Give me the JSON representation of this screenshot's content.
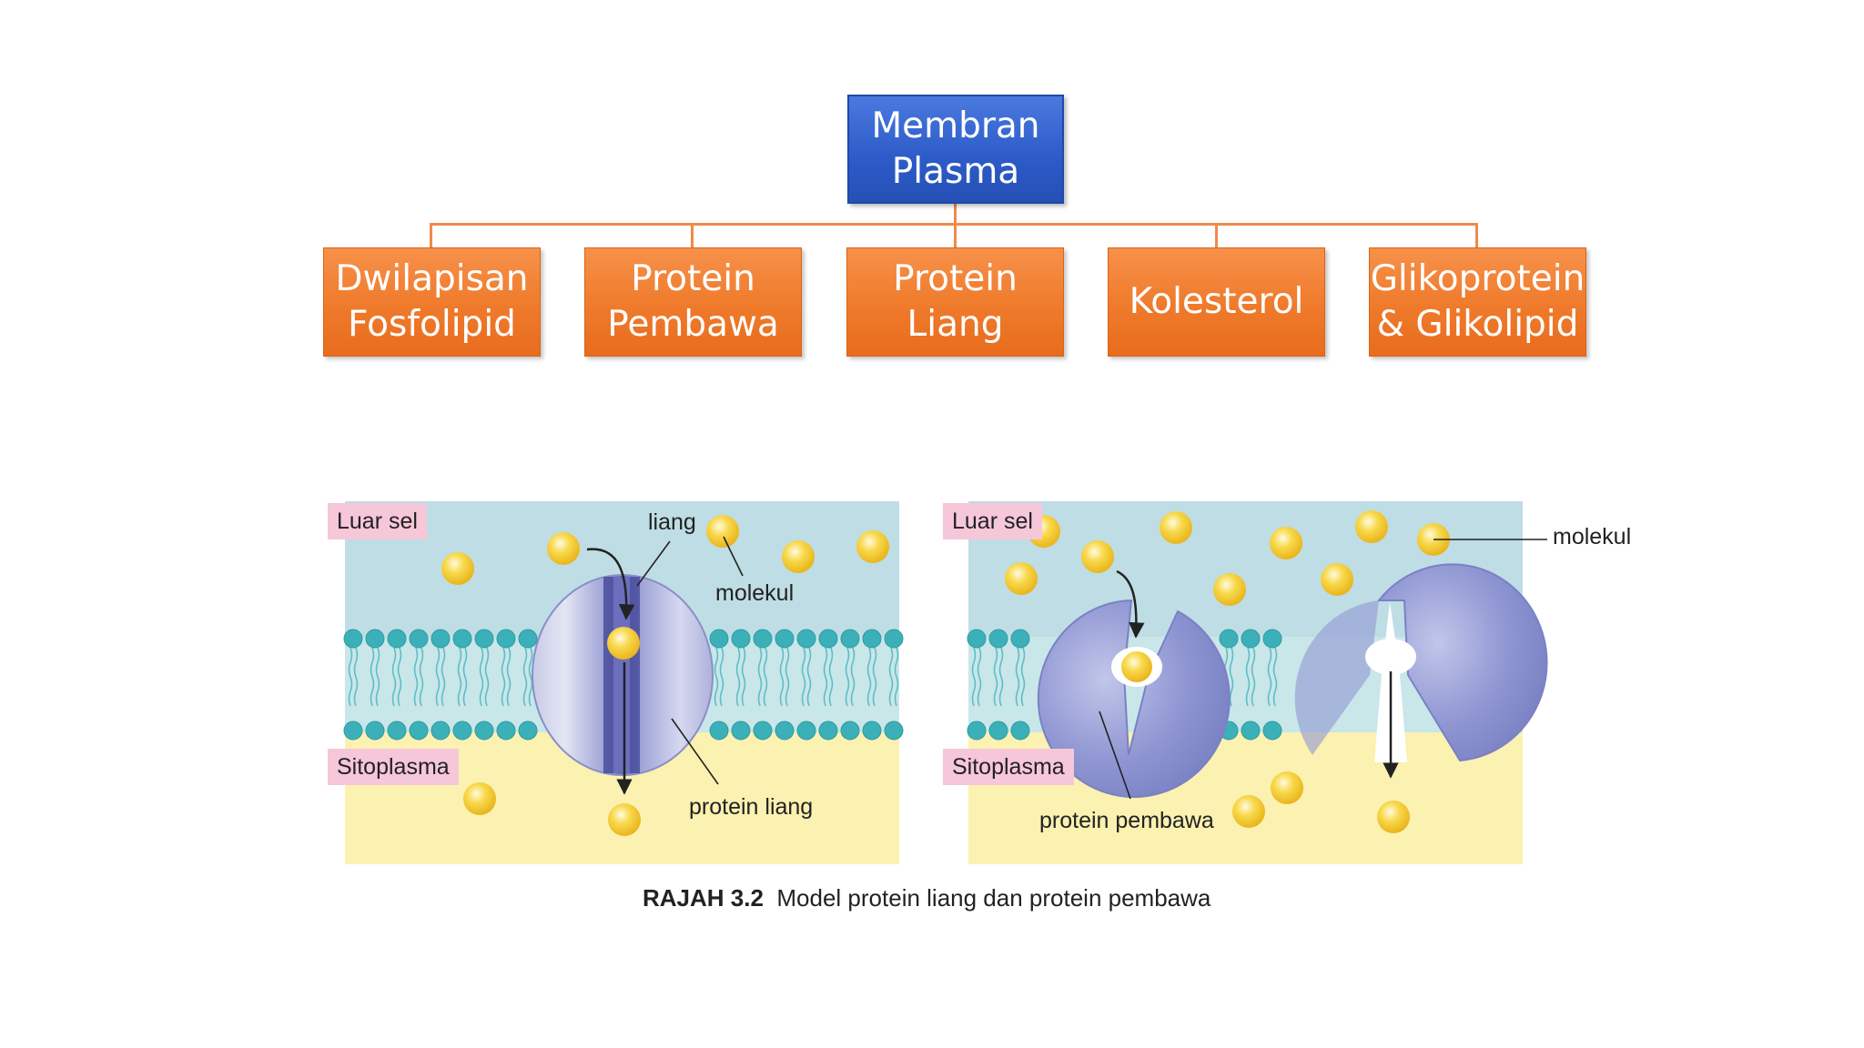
{
  "hierarchy": {
    "root": "Membran\nPlasma",
    "children": [
      "Dwilapisan\nFosfolipid",
      "Protein\nPembawa",
      "Protein\nLiang",
      "Kolesterol",
      "Glikoprotein\n& Glikolipid"
    ]
  },
  "figure": {
    "left_panel": {
      "outside_label": "Luar sel",
      "inside_label": "Sitoplasma",
      "channel_label": "liang",
      "molecule_label": "molekul",
      "protein_label": "protein liang"
    },
    "right_panel": {
      "outside_label": "Luar sel",
      "inside_label": "Sitoplasma",
      "molecule_label": "molekul",
      "protein_label": "protein pembawa"
    },
    "caption_number": "RAJAH 3.2",
    "caption_text": "Model protein liang dan protein pembawa"
  },
  "colors": {
    "root_fill": "#2c5bc8",
    "child_fill": "#ef7a2b",
    "connector": "#ef8a4a",
    "outside_cell": "#bfdde4",
    "cytoplasm": "#fbf1b0",
    "phospholipid": "#3bb0b8",
    "protein": "#8e96cf",
    "molecule": "#f5cf3a"
  }
}
